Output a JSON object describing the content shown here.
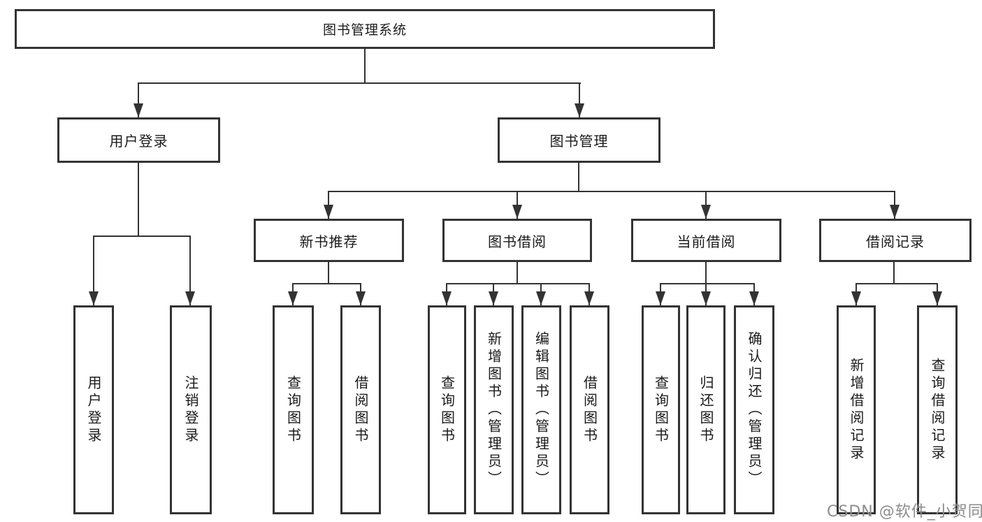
{
  "diagram": {
    "root": {
      "label": "图书管理系统"
    },
    "level2": [
      {
        "label": "用户登录"
      },
      {
        "label": "图书管理"
      }
    ],
    "level3": [
      {
        "label": "新书推荐"
      },
      {
        "label": "图书借阅"
      },
      {
        "label": "当前借阅"
      },
      {
        "label": "借阅记录"
      }
    ],
    "leaves": {
      "user_login": [
        "用户登录",
        "注销登录"
      ],
      "new_book_recommend": [
        "查询图书",
        "借阅图书"
      ],
      "book_borrowing": [
        "查询图书",
        "新增图书（管理员）",
        "编辑图书（管理员）",
        "借阅图书"
      ],
      "current_borrowing": [
        "查询图书",
        "归还图书",
        "确认归还（管理员）"
      ],
      "borrow_records": [
        "新增借阅记录",
        "查询借阅记录"
      ]
    }
  },
  "watermark": {
    "text": "CSDN @软件_小贺同学"
  },
  "colors": {
    "line": "#333333",
    "text": "#1a1a1a",
    "watermark": "#8c8c8c",
    "background": "#ffffff"
  }
}
